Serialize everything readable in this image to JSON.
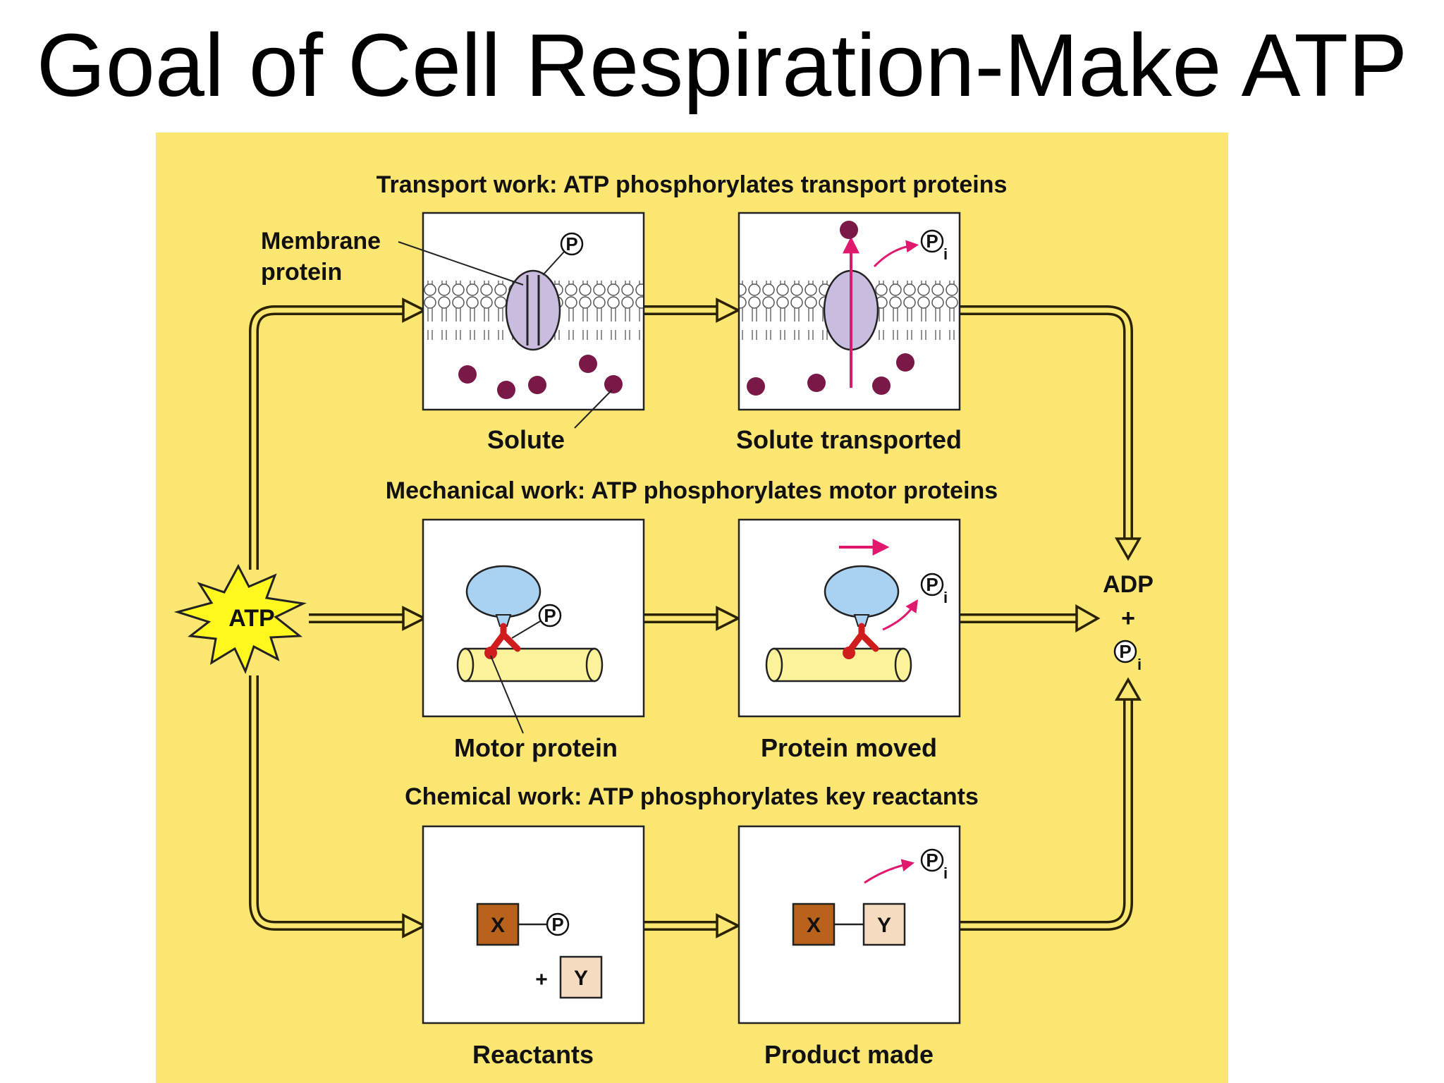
{
  "title": "Goal of Cell Respiration-Make ATP",
  "colors": {
    "panel": "#fce672",
    "solute": "#7a1848",
    "motor": "#d01c1c",
    "arrow_pink": "#e0196f",
    "x_box": "#b8621b",
    "y_box": "#f5dcc0",
    "protein": "#c9bcde",
    "head": "#a9d2f2",
    "filament": "#fbf29a"
  },
  "diagram": {
    "source": {
      "label": "ATP"
    },
    "sink": {
      "top": "ADP",
      "plus": "+",
      "bottom": "P",
      "bottom_sub": "i"
    },
    "phosphate": {
      "symbol": "P",
      "sub": "i"
    },
    "transport": {
      "heading": "Transport work: ATP phosphorylates transport proteins",
      "before_caption": "Solute",
      "after_caption": "Solute transported",
      "callout_line1": "Membrane",
      "callout_line2": "protein"
    },
    "mechanical": {
      "heading": "Mechanical work: ATP phosphorylates motor proteins",
      "before_caption": "Motor protein",
      "after_caption": "Protein moved"
    },
    "chemical": {
      "heading": "Chemical work: ATP phosphorylates key reactants",
      "before_caption": "Reactants",
      "after_caption": "Product made",
      "x_label": "X",
      "y_label": "Y",
      "plus": "+"
    }
  }
}
